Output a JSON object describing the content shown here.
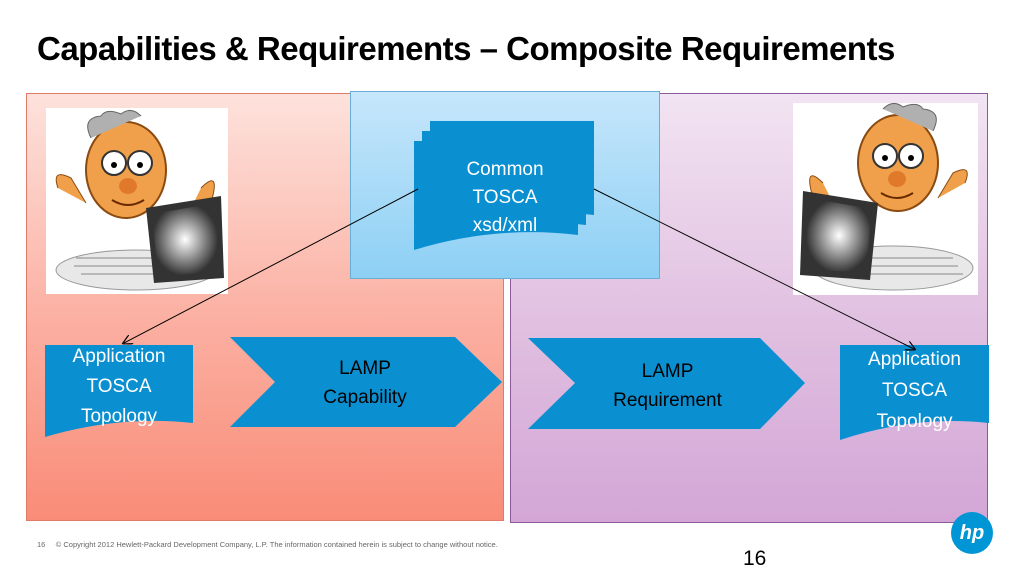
{
  "slide": {
    "title": "Capabilities & Requirements – Composite Requirements",
    "page_number": "16",
    "footer_page": "16",
    "copyright": "© Copyright 2012 Hewlett-Packard Development Company, L.P.  The information contained herein is subject to change without notice."
  },
  "center_doc": {
    "line1": "Common",
    "line2": "TOSCA",
    "line3": "xsd/xml"
  },
  "left_doc": {
    "line1": "Application",
    "line2": "TOSCA",
    "line3": "Topology"
  },
  "right_doc": {
    "line1": "Application",
    "line2": "TOSCA",
    "line3": "Topology"
  },
  "chevron_capability": {
    "line1": "LAMP",
    "line2": "Capability"
  },
  "chevron_requirement": {
    "line1": "LAMP",
    "line2": "Requirement"
  },
  "logo": {
    "text": "hp"
  },
  "colors": {
    "blue_shape": "#0a8fd0",
    "left_panel": "#fbaea0",
    "right_panel": "#e0bfe0",
    "center_box": "#a8dcf7"
  },
  "icons": [
    "professor-with-laptop-icon",
    "professor-with-laptop-icon",
    "hp-logo-icon"
  ]
}
